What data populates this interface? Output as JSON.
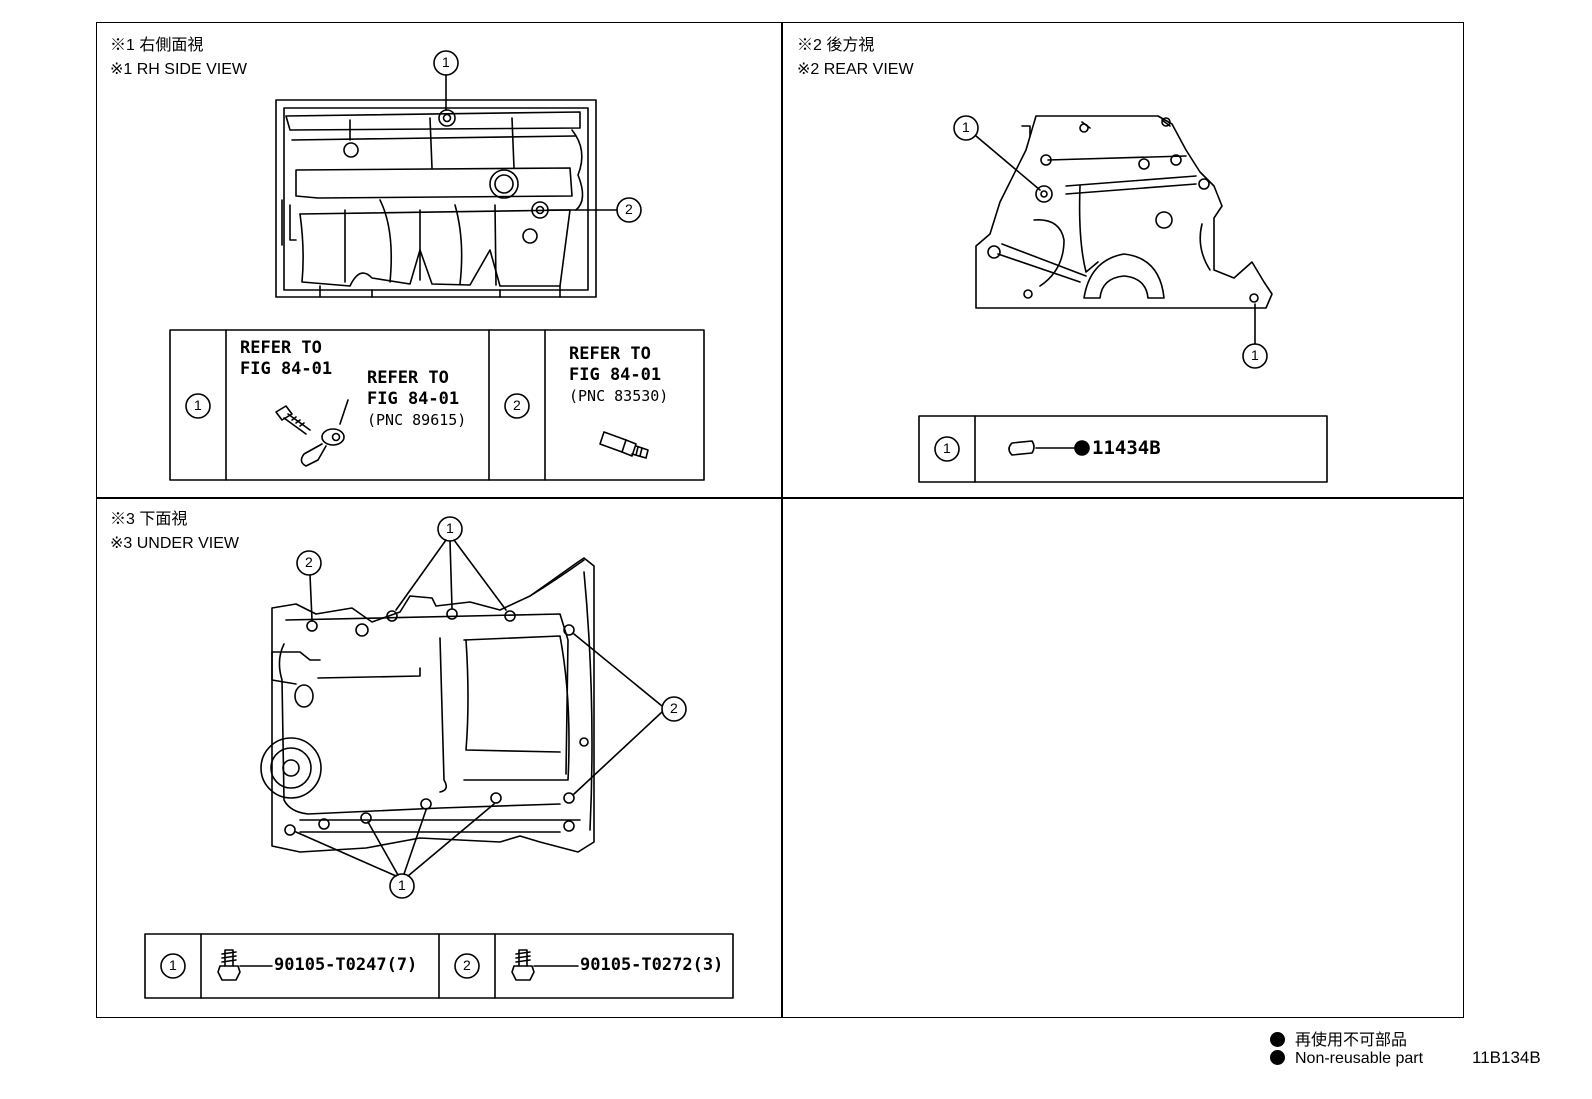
{
  "views": [
    {
      "line_jp": "※1 右側面視",
      "line_en": "※1 RH SIDE VIEW"
    },
    {
      "line_jp": "※2 後方視",
      "line_en": "※2 REAR VIEW"
    },
    {
      "line_jp": "※3 下面視",
      "line_en": "※3 UNDER VIEW"
    }
  ],
  "rh_side": {
    "callouts": [
      "1",
      "2"
    ],
    "table": {
      "c1_num": "1",
      "c1_ref_a_1": "REFER TO",
      "c1_ref_a_2": "FIG 84-01",
      "c1_ref_b_1": "REFER TO",
      "c1_ref_b_2": "FIG 84-01",
      "c1_ref_b_3": "(PNC 89615)",
      "c2_num": "2",
      "c2_ref_1": "REFER TO",
      "c2_ref_2": "FIG 84-01",
      "c2_ref_3": "(PNC 83530)"
    }
  },
  "rear": {
    "callouts": [
      "1",
      "1"
    ],
    "table": {
      "num": "1",
      "part": "11434B"
    }
  },
  "under": {
    "callouts": [
      "1",
      "2",
      "2",
      "1"
    ],
    "table": {
      "n1": "1",
      "part1": "90105-T0247(7)",
      "n2": "2",
      "part2": "90105-T0272(3)"
    }
  },
  "legend": {
    "jp": "再使用不可部品",
    "en": "Non-reusable part"
  },
  "figure_code": "11B134B"
}
